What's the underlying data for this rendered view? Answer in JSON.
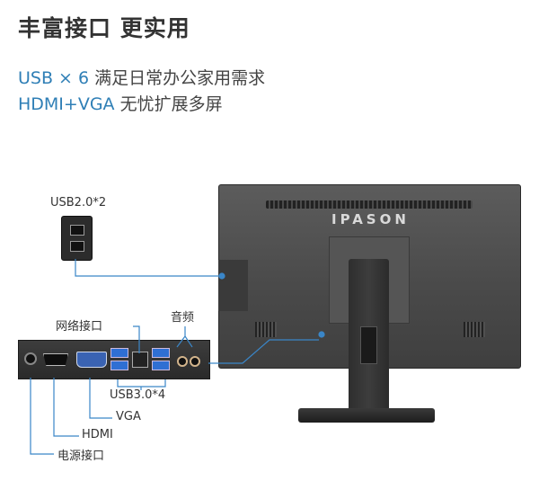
{
  "headline": "丰富接口 更实用",
  "subtitle1": {
    "accent": "USB × 6",
    "rest": " 满足日常办公家用需求"
  },
  "subtitle2": {
    "accent": "HDMI+VGA",
    "rest": " 无忧扩展多屏"
  },
  "brand": "IPASON",
  "callouts": {
    "usb2": "USB2.0*2",
    "network": "网络接口",
    "audio": "音频",
    "usb3": "USB3.0*4",
    "vga": "VGA",
    "hdmi": "HDMI",
    "power": "电源接口"
  },
  "colors": {
    "accent": "#2f7fb6",
    "leader": "#3a86c8",
    "usb3": "#2f6fd3",
    "vga": "#3a63b3"
  }
}
